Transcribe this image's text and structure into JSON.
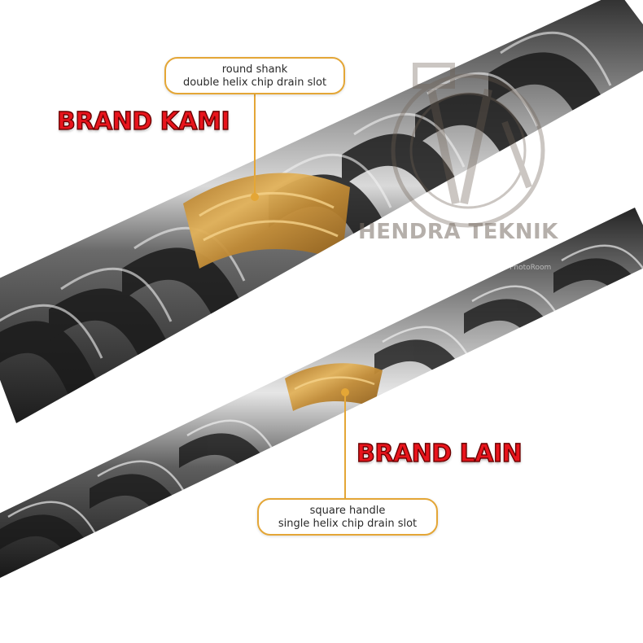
{
  "callouts": {
    "top": {
      "line1": "round shank",
      "line2": "double helix chip drain slot"
    },
    "bottom": {
      "line1": "square handle",
      "line2": "single helix chip drain slot"
    }
  },
  "brands": {
    "ours": "BRAND KAMI",
    "other": "BRAND LAIN"
  },
  "watermark": {
    "text": "HENDRA TEKNIK",
    "tag": "PhotoRoom"
  },
  "colors": {
    "callout_border": "#e4a636",
    "brand_red": "#e8141c",
    "gold_band": "#c9953a",
    "steel": "#4a4a4a"
  }
}
